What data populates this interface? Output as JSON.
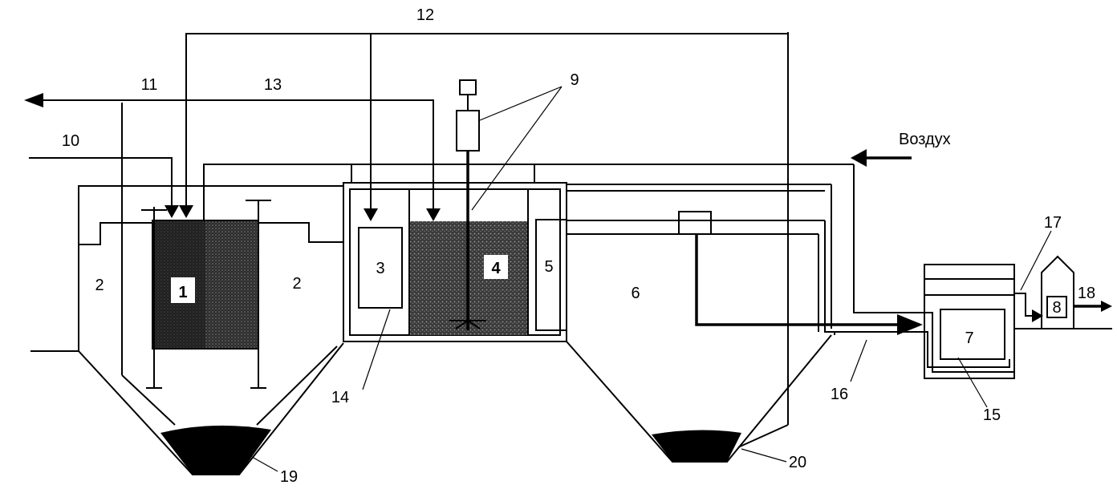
{
  "labels": {
    "n1": "1",
    "n2a": "2",
    "n2b": "2",
    "n3": "3",
    "n4": "4",
    "n5": "5",
    "n6": "6",
    "n7": "7",
    "n8": "8",
    "n9": "9",
    "n10": "10",
    "n11": "11",
    "n12": "12",
    "n13": "13",
    "n14": "14",
    "n15": "15",
    "n16": "16",
    "n17": "17",
    "n18": "18",
    "n19": "19",
    "n20": "20",
    "air": "Воздух"
  },
  "colors": {
    "line": "#000000",
    "media_dark": "#1a1a1a",
    "media_mid": "#3c3c3c",
    "background": "#ffffff"
  }
}
